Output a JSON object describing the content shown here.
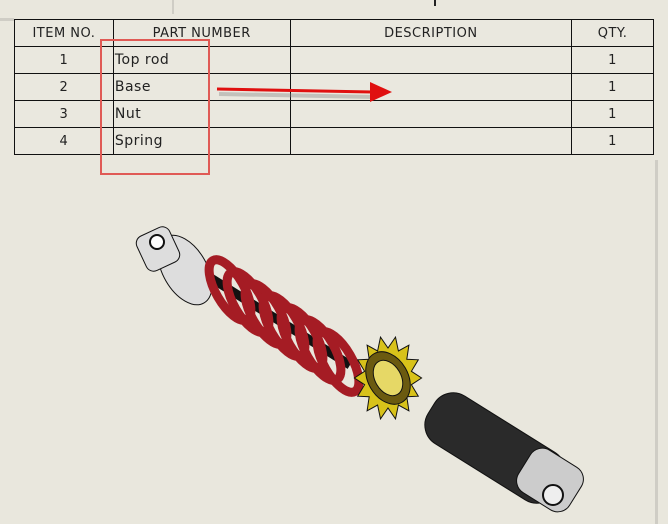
{
  "bom": {
    "headers": [
      "ITEM NO.",
      "PART NUMBER",
      "DESCRIPTION",
      "QTY."
    ],
    "rows": [
      {
        "item": "1",
        "part": "Top rod",
        "description": "",
        "qty": "1"
      },
      {
        "item": "2",
        "part": "Base",
        "description": "",
        "qty": "1"
      },
      {
        "item": "3",
        "part": "Nut",
        "description": "",
        "qty": "1"
      },
      {
        "item": "4",
        "part": "Spring",
        "description": "",
        "qty": "1"
      }
    ]
  },
  "colors": {
    "highlight": "#e05a55",
    "arrow": "#e01010",
    "spring": "#a51c24",
    "nut": "#d8c21a"
  }
}
